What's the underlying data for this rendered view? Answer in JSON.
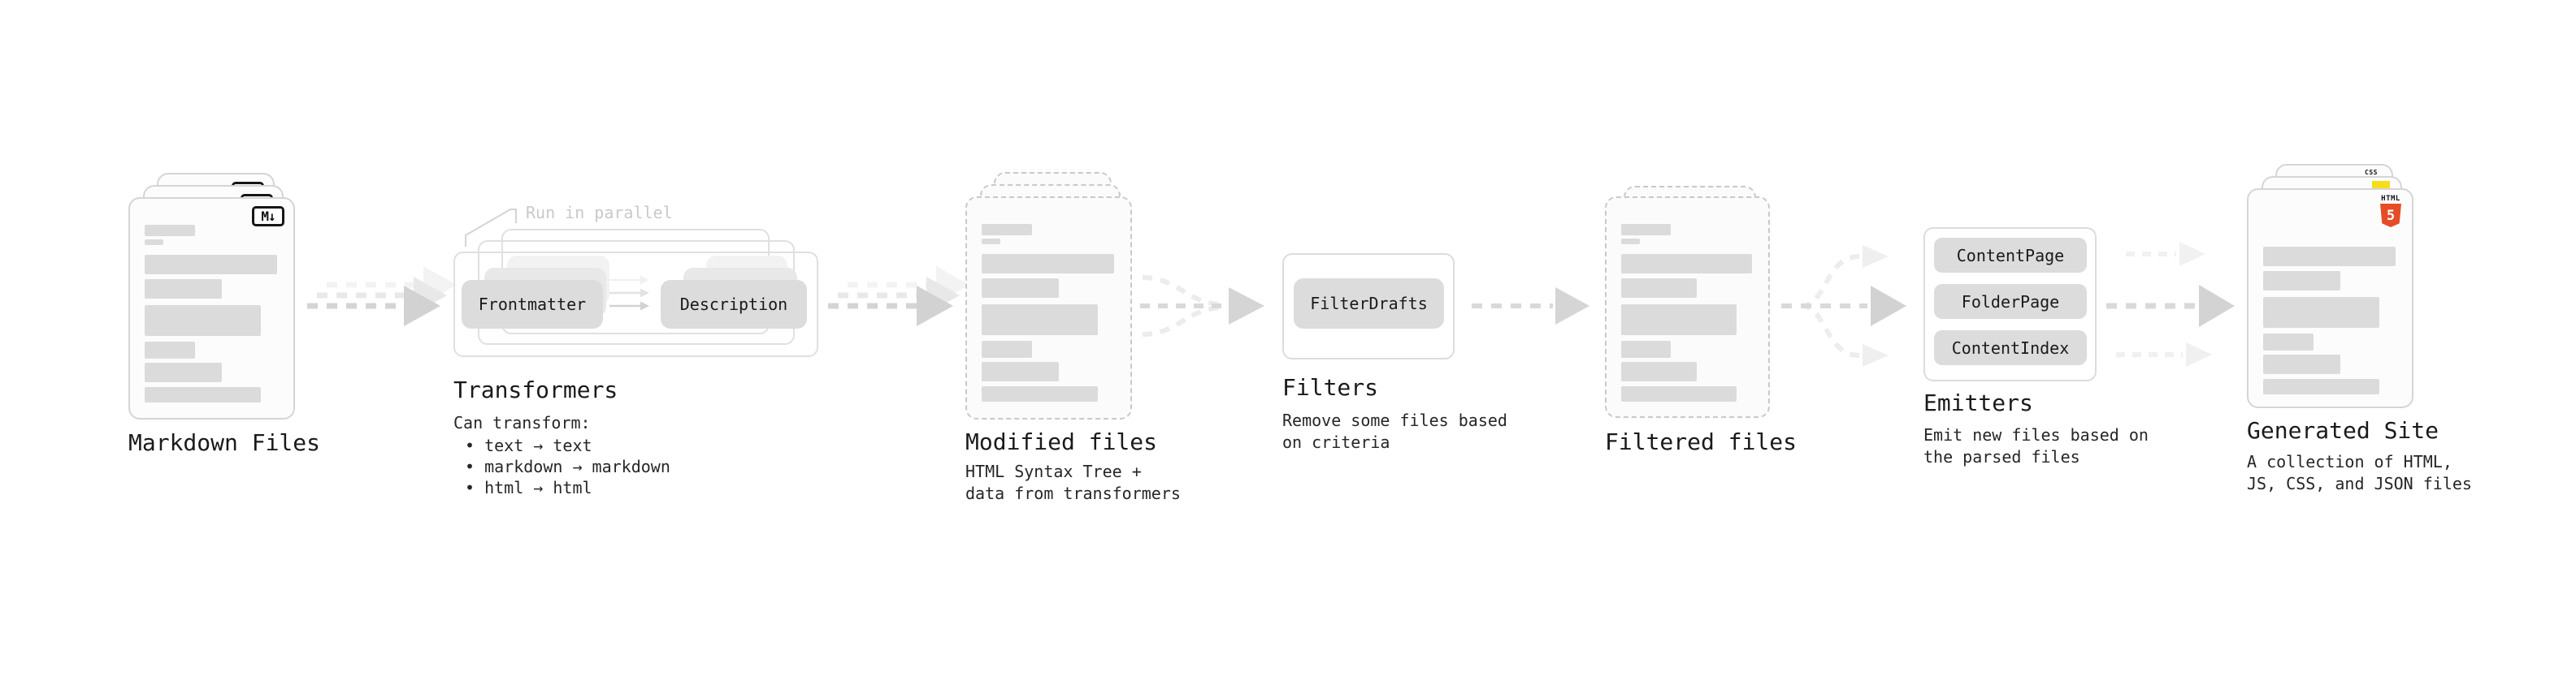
{
  "stages": {
    "markdown_files": {
      "label": "Markdown Files",
      "badge": "M↓"
    },
    "transformers": {
      "annotation": "Run in parallel",
      "pills": [
        "Frontmatter",
        "Description"
      ],
      "label": "Transformers",
      "desc_heading": "Can transform:",
      "bullets": [
        "• text → text",
        "• markdown → markdown",
        "• html → html"
      ]
    },
    "modified_files": {
      "label": "Modified files",
      "sub_line1": "HTML Syntax Tree +",
      "sub_line2": "data from transformers"
    },
    "filters": {
      "label": "Filters",
      "pill": "FilterDrafts",
      "sub_line1": "Remove some files based",
      "sub_line2": "on criteria"
    },
    "filtered_files": {
      "label": "Filtered files"
    },
    "emitters": {
      "label": "Emitters",
      "pills": [
        "ContentPage",
        "FolderPage",
        "ContentIndex"
      ],
      "sub_line1": "Emit new files based on",
      "sub_line2": "the parsed files"
    },
    "generated_site": {
      "label": "Generated Site",
      "sub_line1": "A collection of HTML,",
      "sub_line2": "JS, CSS, and JSON files",
      "badges": {
        "css": "CSS",
        "html_word": "HTML",
        "html_number": "5"
      }
    }
  },
  "colors": {
    "html5_orange": "#e44d26",
    "js_yellow": "#f5de19",
    "css_blue": "#2062af",
    "card_border": "#d5d5d5",
    "bar_gray": "#dbdbdb",
    "arrow_gray": "#d4d4d4",
    "annotation_gray": "#c9c9c9"
  }
}
